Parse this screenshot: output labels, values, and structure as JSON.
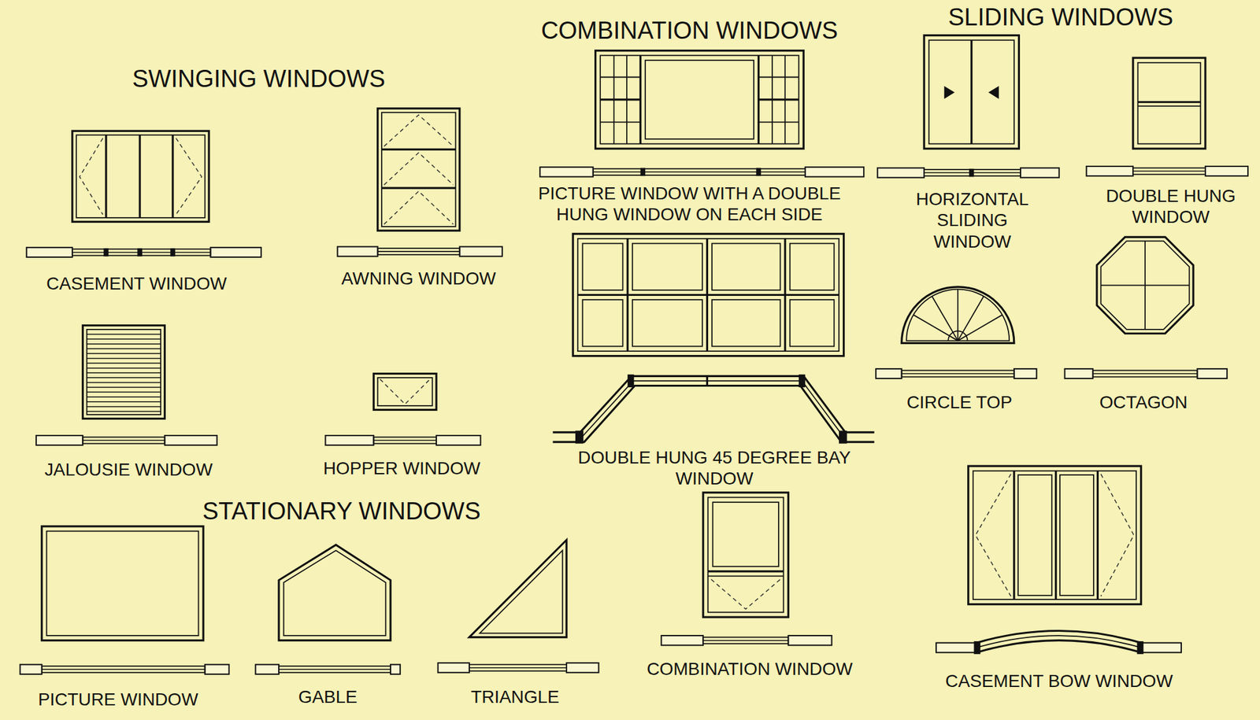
{
  "diagram": {
    "labels": [
      "SWINGING WINDOWS",
      "COMBINATION WINDOWS",
      "SLIDING WINDOWS",
      "CASEMENT WINDOW",
      "AWNING WINDOW",
      "JALOUSIE WINDOW",
      "HOPPER WINDOW",
      "STATIONARY WINDOWS",
      "PICTURE WINDOW",
      "GABLE",
      "TRIANGLE",
      "PICTURE WINDOW WITH A DOUBLE HUNG WINDOW ON EACH SIDE",
      "HORIZONTAL SLIDING WINDOW",
      "DOUBLE HUNG WINDOW",
      "CIRCLE TOP",
      "OCTAGON",
      "DOUBLE HUNG 45 DEGREE BAY WINDOW",
      "COMBINATION WINDOW",
      "CASEMENT BOW WINDOW"
    ]
  }
}
